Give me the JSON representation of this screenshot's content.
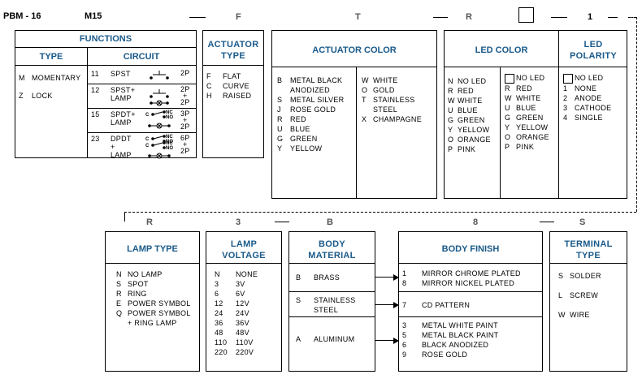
{
  "part_prefix": "PBM - 16",
  "codes": {
    "functions": "M15",
    "actuator_type": "F",
    "actuator_color": "T",
    "led_color": "R",
    "led_polarity": "1",
    "lamp_type": "R",
    "lamp_voltage": "3",
    "body_material": "B",
    "body_finish": "8",
    "terminal_type": "S"
  },
  "functions": {
    "title": "FUNCTIONS",
    "type_header": "TYPE",
    "circuit_header": "CIRCUIT",
    "types": [
      {
        "code": "M",
        "label": "MOMENTARY"
      },
      {
        "code": "Z",
        "label": "LOCK"
      }
    ],
    "circuits": [
      {
        "num": "11",
        "label": "SPST",
        "poles": "2P"
      },
      {
        "num": "12",
        "label": "SPST+\nLAMP",
        "poles": "2P\n+\n2P"
      },
      {
        "num": "15",
        "label": "SPDT+\nLAMP",
        "poles": "3P\n+\n2P"
      },
      {
        "num": "23",
        "label": "DPDT\n+\nLAMP",
        "poles": "6P\n+\n2P"
      }
    ],
    "contact_labels": {
      "c": "C",
      "nc": "NC",
      "no": "NO"
    }
  },
  "actuator_type": {
    "title": "ACTUATOR\nTYPE",
    "items": [
      {
        "code": "F",
        "label": "FLAT"
      },
      {
        "code": "C",
        "label": "CURVE"
      },
      {
        "code": "H",
        "label": "RAISED"
      }
    ]
  },
  "actuator_color": {
    "title": "ACTUATOR COLOR",
    "left": [
      {
        "code": "B",
        "label": "METAL BLACK\nANODIZED"
      },
      {
        "code": "S",
        "label": "METAL SILVER"
      },
      {
        "code": "J",
        "label": "ROSE GOLD"
      },
      {
        "code": "R",
        "label": "RED"
      },
      {
        "code": "U",
        "label": "BLUE"
      },
      {
        "code": "G",
        "label": "GREEN"
      },
      {
        "code": "Y",
        "label": "YELLOW"
      }
    ],
    "right": [
      {
        "code": "W",
        "label": "WHITE"
      },
      {
        "code": "O",
        "label": "GOLD"
      },
      {
        "code": "T",
        "label": "STAINLESS\nSTEEL"
      },
      {
        "code": "X",
        "label": "CHAMPAGNE"
      }
    ]
  },
  "led_color": {
    "title": "LED COLOR",
    "left": [
      {
        "code": "N",
        "label": "NO LED"
      },
      {
        "code": "R",
        "label": "RED"
      },
      {
        "code": "W",
        "label": "WHITE"
      },
      {
        "code": "U",
        "label": "BLUE"
      },
      {
        "code": "G",
        "label": "GREEN"
      },
      {
        "code": "Y",
        "label": "YELLOW"
      },
      {
        "code": "O",
        "label": "ORANGE"
      },
      {
        "code": "P",
        "label": "PINK"
      }
    ],
    "right": [
      {
        "code": "",
        "label": "NO LED"
      },
      {
        "code": "R",
        "label": "RED"
      },
      {
        "code": "W",
        "label": "WHITE"
      },
      {
        "code": "U",
        "label": "BLUE"
      },
      {
        "code": "G",
        "label": "GREEN"
      },
      {
        "code": "Y",
        "label": "YELLOW"
      },
      {
        "code": "O",
        "label": "ORANGE"
      },
      {
        "code": "P",
        "label": "PINK"
      }
    ]
  },
  "led_polarity": {
    "title": "LED\nPOLARITY",
    "items": [
      {
        "code": "",
        "label": "NO LED"
      },
      {
        "code": "1",
        "label": "NONE"
      },
      {
        "code": "2",
        "label": "ANODE"
      },
      {
        "code": "3",
        "label": "CATHODE"
      },
      {
        "code": "4",
        "label": "SINGLE"
      }
    ]
  },
  "lamp_type": {
    "title": "LAMP TYPE",
    "items": [
      {
        "code": "N",
        "label": "NO LAMP"
      },
      {
        "code": "S",
        "label": "SPOT"
      },
      {
        "code": "R",
        "label": "RING"
      },
      {
        "code": "E",
        "label": "POWER SYMBOL"
      },
      {
        "code": "Q",
        "label": "POWER SYMBOL\n+ RING LAMP"
      }
    ]
  },
  "lamp_voltage": {
    "title": "LAMP\nVOLTAGE",
    "items": [
      {
        "code": "N",
        "label": "NONE"
      },
      {
        "code": "3",
        "label": "3V"
      },
      {
        "code": "6",
        "label": "6V"
      },
      {
        "code": "12",
        "label": "12V"
      },
      {
        "code": "24",
        "label": "24V"
      },
      {
        "code": "36",
        "label": "36V"
      },
      {
        "code": "48",
        "label": "48V"
      },
      {
        "code": "110",
        "label": "110V"
      },
      {
        "code": "220",
        "label": "220V"
      }
    ]
  },
  "body_material": {
    "title": "BODY\nMATERIAL",
    "items": [
      {
        "code": "B",
        "label": "BRASS"
      },
      {
        "code": "S",
        "label": "STAINLESS\nSTEEL"
      },
      {
        "code": "A",
        "label": "ALUMINUM"
      }
    ]
  },
  "body_finish": {
    "title": "BODY FINISH",
    "groups": [
      [
        {
          "code": "1",
          "label": "MIRROR CHROME PLATED"
        },
        {
          "code": "8",
          "label": "MIRROR NICKEL PLATED"
        }
      ],
      [
        {
          "code": "7",
          "label": "CD PATTERN"
        }
      ],
      [
        {
          "code": "3",
          "label": "METAL WHITE PAINT"
        },
        {
          "code": "5",
          "label": "METAL BLACK PAINT"
        },
        {
          "code": "6",
          "label": "BLACK ANODIZED"
        },
        {
          "code": "9",
          "label": "ROSE GOLD"
        }
      ]
    ]
  },
  "terminal_type": {
    "title": "TERMINAL\nTYPE",
    "items": [
      {
        "code": "S",
        "label": "SOLDER"
      },
      {
        "code": "L",
        "label": "SCREW"
      },
      {
        "code": "W",
        "label": "WIRE"
      }
    ]
  }
}
